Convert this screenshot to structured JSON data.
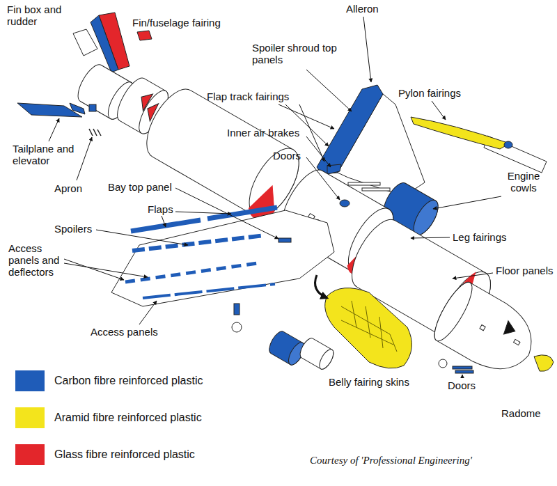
{
  "diagram": {
    "caption": "Courtesy of 'Professional Engineering'",
    "labels": [
      "Fin box and rudder",
      "Fin/fuselage fairing",
      "Alleron",
      "Spoiler shroud top panels",
      "Flap track fairings",
      "Pylon fairings",
      "Inner air brakes",
      "Doors",
      "Engine cowls",
      "Tailplane and elevator",
      "Apron",
      "Bay top panel",
      "Flaps",
      "Spoilers",
      "Leg fairings",
      "Floor panels",
      "Access panels and deflectors",
      "Access panels",
      "Belly fairing skins",
      "Doors",
      "Radome"
    ],
    "legend": [
      {
        "text": "Carbon fibre reinforced plastic",
        "color": "#1f5cb8"
      },
      {
        "text": "Aramid fibre reinforced plastic",
        "color": "#f3e41c"
      },
      {
        "text": "Glass fibre reinforced plastic",
        "color": "#e3262b"
      }
    ]
  }
}
